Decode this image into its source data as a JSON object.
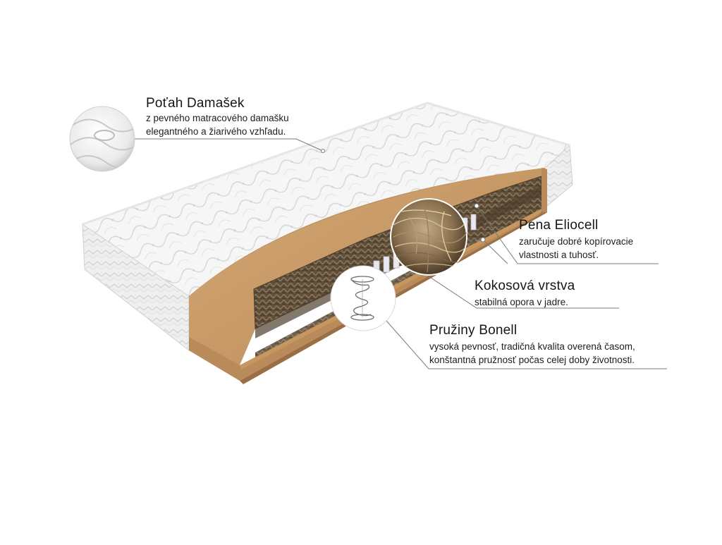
{
  "callouts": [
    {
      "id": "cover",
      "title": "Poťah Damašek",
      "lines": [
        "z pevného matracového damašku",
        "elegantného a žiarivého vzhľadu."
      ]
    },
    {
      "id": "foam",
      "title": "Pena Eliocell",
      "lines": [
        "zaručuje dobré kopírovacie",
        "vlastnosti a tuhosť."
      ]
    },
    {
      "id": "coco",
      "title": "Kokosová vrstva",
      "lines": [
        "stabilná opora v jadre."
      ]
    },
    {
      "id": "springs",
      "title": "Pružiny Bonell",
      "lines": [
        "vysoká pevnosť, tradičná kvalita overená časom,",
        "konštantná pružnosť počas celej doby životnosti."
      ]
    }
  ],
  "colors": {
    "foam": "#c89a66",
    "foam_dark": "#a97a4c",
    "fabric": "#f4f4f4",
    "fabric_shadow": "#d9d9d9",
    "coco": "#6a5a45",
    "leader": "#7a7a7a"
  },
  "icons": [
    "damask-fabric-icon",
    "coconut-fiber-icon",
    "bonnell-spring-icon"
  ]
}
